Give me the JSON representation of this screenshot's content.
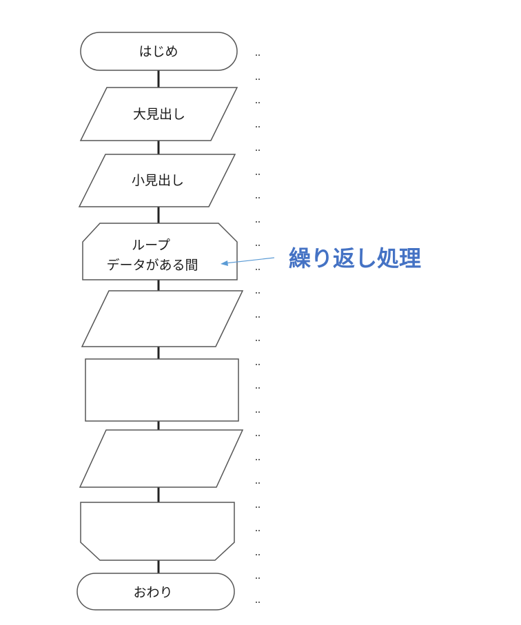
{
  "flowchart": {
    "start": "はじめ",
    "heading_large": "大見出し",
    "heading_small": "小見出し",
    "loop": {
      "line1": "ループ",
      "line2": "データがある間"
    },
    "end": "おわり"
  },
  "annotation": {
    "text": "繰り返し処理",
    "color": "#4472c4"
  }
}
